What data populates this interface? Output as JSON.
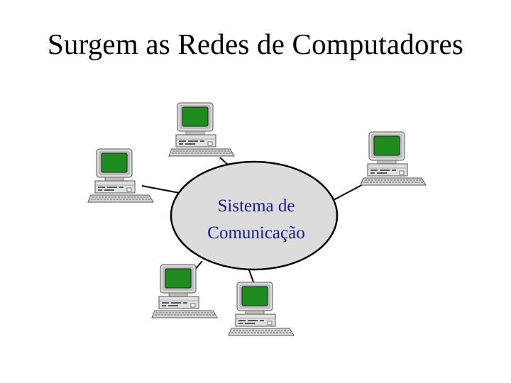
{
  "slide": {
    "title": "Surgem as Redes de Computadores"
  },
  "diagram": {
    "hub": {
      "label_line1": "Sistema de",
      "label_line2": "Comunicação"
    },
    "nodes": [
      {
        "id": "computer-top"
      },
      {
        "id": "computer-left"
      },
      {
        "id": "computer-right"
      },
      {
        "id": "computer-bottom-left"
      },
      {
        "id": "computer-bottom-right"
      }
    ],
    "colors": {
      "hub_fill": "#dcdcdc",
      "screen": "#1e8c1e",
      "computer_body": "#d9d9d9",
      "text": "#1a1a8c"
    }
  }
}
